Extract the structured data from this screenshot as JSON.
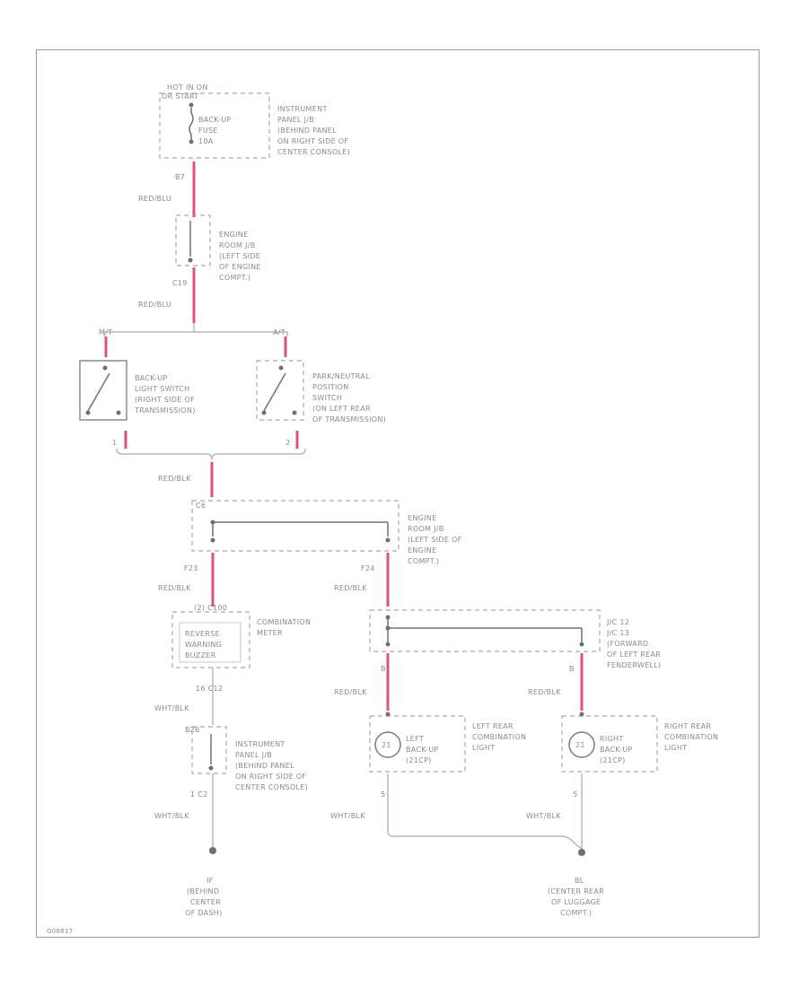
{
  "power": {
    "hot_label_1": "HOT IN ON",
    "hot_label_2": "OR START",
    "fuse_1": "BACK-UP",
    "fuse_2": "FUSE",
    "fuse_3": "10A",
    "desc": [
      "INSTRUMENT",
      "PANEL J/B",
      "(BEHIND PANEL",
      "ON RIGHT SIDE OF",
      "CENTER CONSOLE)"
    ]
  },
  "wires": {
    "c1_pin": "B7",
    "red_blu": "RED/BLU",
    "c2_pin": "C19",
    "red_blk": "RED/BLK",
    "wht_blk": "WHT/BLK"
  },
  "engine_jb_1": {
    "desc": [
      "ENGINE",
      "ROOM J/B",
      "(LEFT SIDE",
      "OF ENGINE",
      "COMPT.)"
    ]
  },
  "switches": {
    "mt_label": "M/T",
    "at_label": "A/T",
    "backup_desc": [
      "BACK-UP",
      "LIGHT SWITCH",
      "(RIGHT SIDE OF",
      "TRANSMISSION)"
    ],
    "pn_desc": [
      "PARK/NEUTRAL",
      "POSITION",
      "SWITCH",
      "(ON LEFT REAR",
      "OF TRANSMISSION)"
    ],
    "pin1": "1",
    "pin2": "2"
  },
  "engine_jb_2": {
    "top_pin": "C6",
    "desc": [
      "ENGINE",
      "ROOM J/B",
      "(LEFT SIDE OF",
      "ENGINE",
      "COMPT.)"
    ],
    "left_pin": "F23",
    "right_pin": "F24"
  },
  "meter": {
    "top_pin": "(2) C100",
    "box": [
      "REVERSE",
      "WARNING",
      "BUZZER"
    ],
    "desc": [
      "COMBINATION",
      "METER"
    ],
    "bottom_pin": "16    C12"
  },
  "ip_jb_2": {
    "top_pin": "B26",
    "desc": [
      "INSTRUMENT",
      "PANEL J/B",
      "(BEHIND PANEL",
      "ON RIGHT SIDE OF",
      "CENTER CONSOLE)"
    ],
    "bottom_pin": "1 C2"
  },
  "jc": {
    "desc": [
      "J/C 12",
      "J/C 13",
      "(FORWARD",
      "OF LEFT REAR",
      "FENDERWELL)"
    ],
    "left_pin": "B",
    "right_pin": "B"
  },
  "lights": {
    "left_lamp": [
      "LEFT",
      "BACK-UP",
      "(21CP)"
    ],
    "left_desc": [
      "LEFT REAR",
      "COMBINATION",
      "LIGHT"
    ],
    "right_lamp": [
      "RIGHT",
      "BACK-UP",
      "(21CP)"
    ],
    "right_desc": [
      "RIGHT REAR",
      "COMBINATION",
      "LIGHT"
    ],
    "left_pin": "5",
    "right_pin": "5",
    "bulb_sym": "21"
  },
  "grounds": {
    "g1_id": "IF",
    "g1_desc": [
      "(BEHIND",
      "CENTER",
      "OF DASH)"
    ],
    "g2_id": "BL",
    "g2_desc": [
      "(CENTER REAR",
      "OF LUGGAGE",
      "COMPT.)"
    ]
  },
  "footer": {
    "code": "G08617"
  }
}
